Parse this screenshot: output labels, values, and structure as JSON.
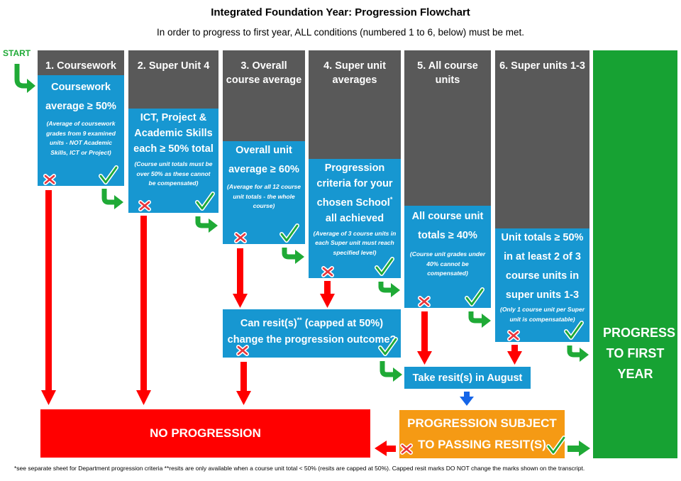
{
  "title": "Integrated Foundation Year: Progression Flowchart",
  "subtitle": "In order to progress to first year, ALL conditions (numbered 1 to 6, below) must be met.",
  "start_label": "START",
  "columns": [
    {
      "header": "1. Coursework",
      "main": "Coursework average ≥ 50%",
      "note": "(Average of coursework grades from 9 examined units - NOT Academic Skills, ICT or Project)"
    },
    {
      "header": "2. Super Unit 4",
      "main": "ICT, Project & Academic Skills each ≥ 50% total",
      "note": "(Course unit totals must be over 50% as these cannot be compensated)"
    },
    {
      "header": "3. Overall course average",
      "main": "Overall unit average ≥ 60%",
      "note": "(Average for all 12 course unit totals - the whole course)"
    },
    {
      "header": "4. Super unit averages",
      "main": "Progression criteria for your chosen School",
      "main_sup": "*",
      "main_tail": "all achieved",
      "note": "(Average of 3 course units in each Super unit must reach specified level)"
    },
    {
      "header": "5. All course units",
      "main": "All course unit totals ≥ 40%",
      "note": "(Course unit grades under 40% cannot be compensated)"
    },
    {
      "header": "6. Super units 1-3",
      "main": "Unit totals ≥ 50% in at least 2 of 3 course units in super units 1-3",
      "note": "(Only 1 course unit per Super unit is compensatable)"
    }
  ],
  "progress_label": "PROGRESS TO FIRST YEAR",
  "resit_question": {
    "line1_a": "Can resit(s)",
    "line1_sup": "**",
    "line1_b": " (capped at 50%)",
    "line2": "change the progression outcome?"
  },
  "take_resits": "Take resit(s) in August",
  "no_progression": "NO PROGRESSION",
  "subject_to_resits": "PROGRESSION SUBJECT TO PASSING RESIT(S)",
  "footnote": "*see separate sheet for Department progression criteria **resits are only available when a course unit total < 50% (resits are capped at 50%). Capped resit marks DO NOT change the marks shown on the transcript.",
  "colors": {
    "header": "#595959",
    "condition": "#1797d1",
    "progress": "#17a233",
    "no_progression": "#ff0000",
    "subject": "#f59a14",
    "fail_arrow": "#ff0000",
    "pass_arrow": "#1faa36",
    "resit_arrow": "#1565e8"
  }
}
